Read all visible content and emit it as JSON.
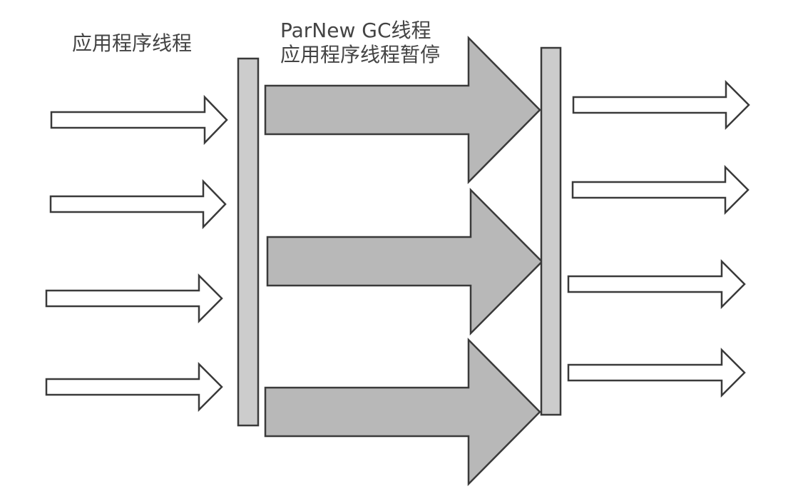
{
  "labels": {
    "application_threads": "应用程序线程",
    "gc_threads": "ParNew GC线程",
    "app_paused": "应用程序线程暂停"
  },
  "colors": {
    "outline": "#3a3a3a",
    "barrier_fill": "#cccccc",
    "gc_arrow_fill": "#b8b8b8",
    "thread_arrow_fill": "#ffffff",
    "text": "#444444"
  },
  "diagram": {
    "phases": [
      {
        "name": "application-before",
        "thread_count": 4,
        "kind": "application-thread"
      },
      {
        "name": "safepoint-barrier-start",
        "kind": "barrier"
      },
      {
        "name": "gc",
        "thread_count": 3,
        "kind": "gc-thread"
      },
      {
        "name": "safepoint-barrier-end",
        "kind": "barrier"
      },
      {
        "name": "application-after",
        "thread_count": 4,
        "kind": "application-thread"
      }
    ]
  }
}
